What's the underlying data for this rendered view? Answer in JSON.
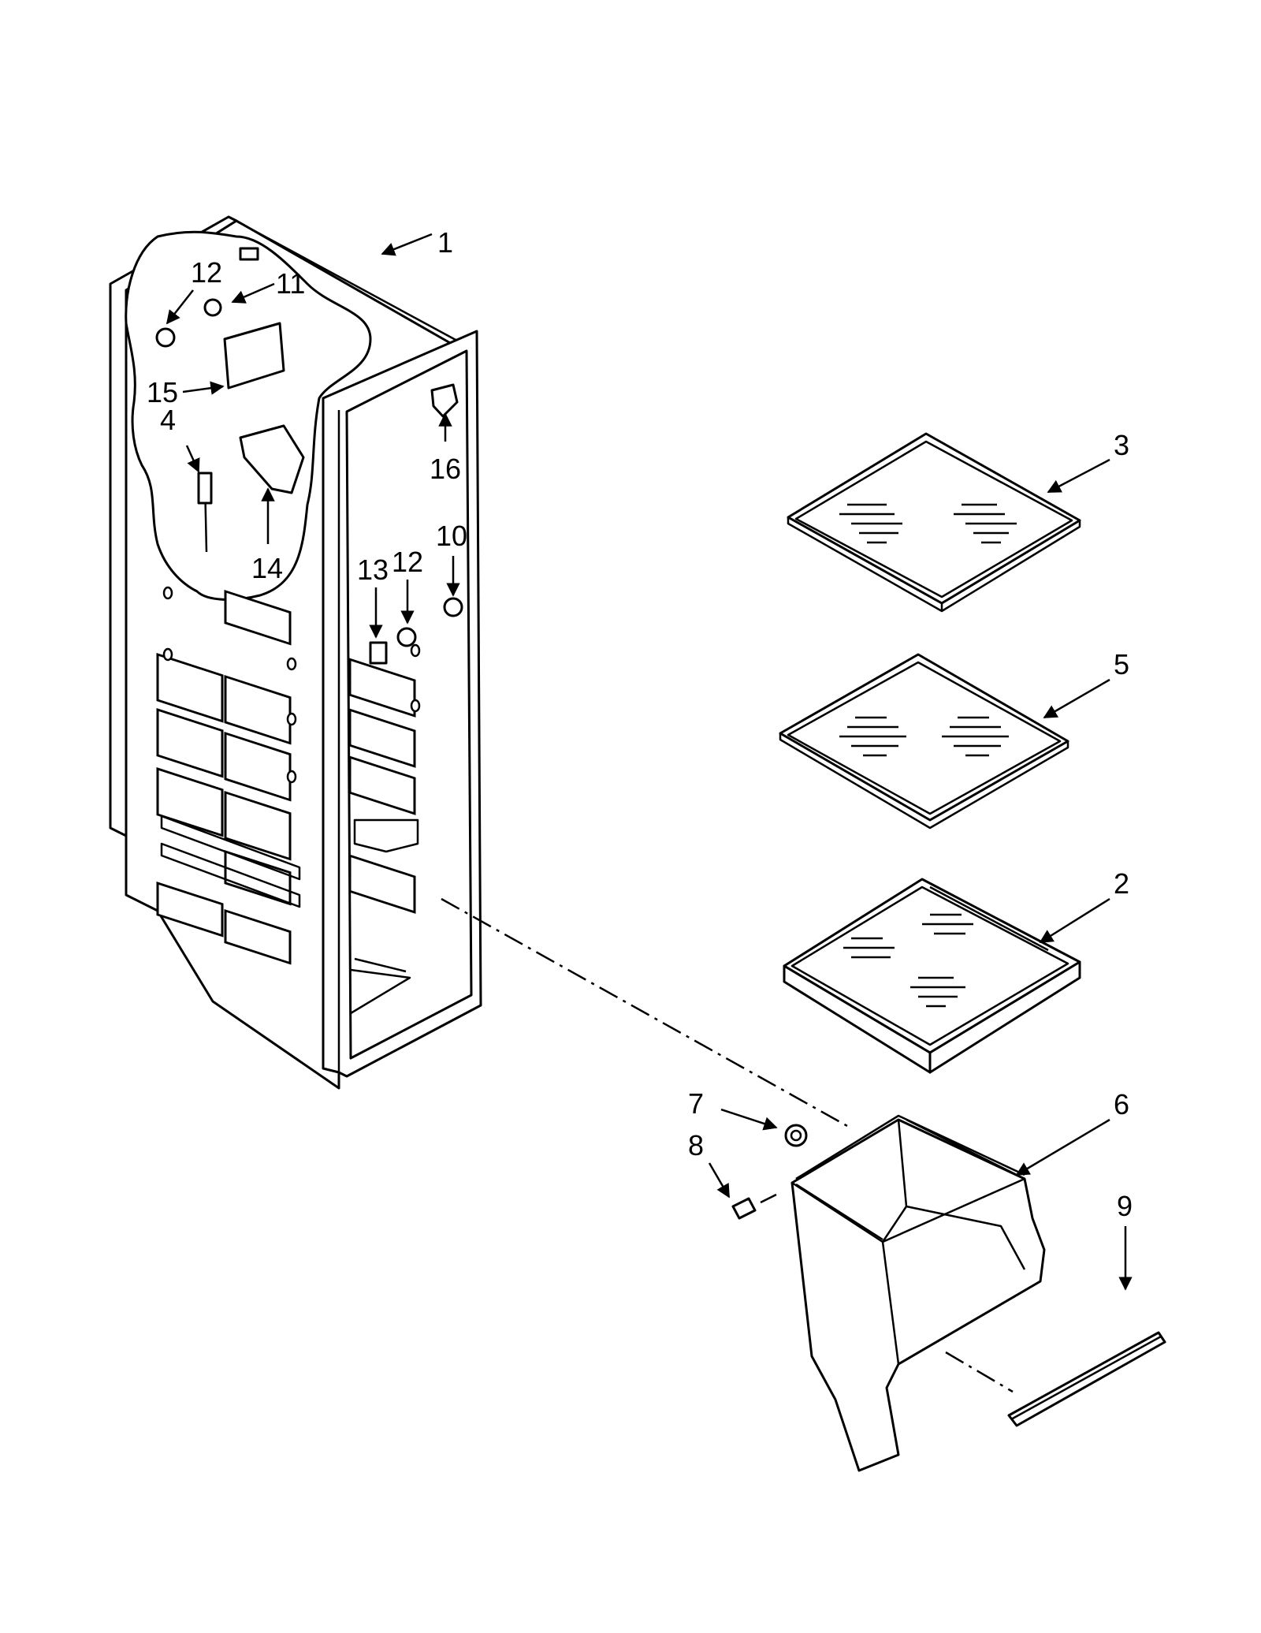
{
  "callouts": {
    "c1": "1",
    "c2": "2",
    "c3": "3",
    "c4": "4",
    "c5": "5",
    "c6": "6",
    "c7": "7",
    "c8": "8",
    "c9": "9",
    "c10": "10",
    "c11": "11",
    "c12a": "12",
    "c12b": "12",
    "c13": "13",
    "c14": "14",
    "c15": "15",
    "c16": "16"
  }
}
